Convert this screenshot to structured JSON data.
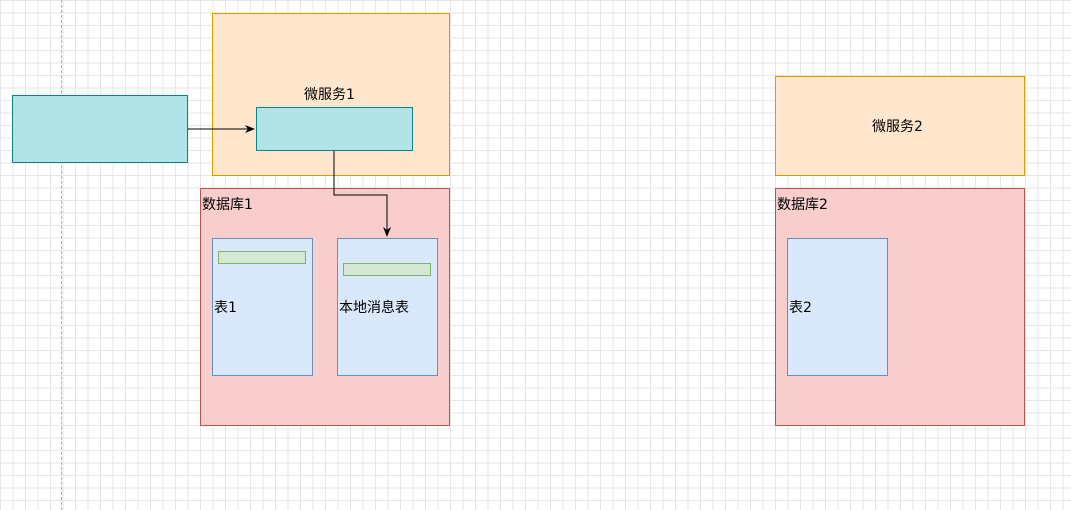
{
  "services": {
    "service1_label": "微服务1",
    "service2_label": "微服务2"
  },
  "databases": {
    "db1_label": "数据库1",
    "db2_label": "数据库2"
  },
  "tables": {
    "table1_label": "表1",
    "local_message_table_label": "本地消息表",
    "table2_label": "表2"
  },
  "colors": {
    "service_fill": "#ffe6cc",
    "service_stroke": "#d79b00",
    "database_fill": "#f8cecc",
    "database_stroke": "#b85450",
    "teal_fill": "#b0e3e6",
    "teal_stroke": "#0e8088",
    "table_fill": "#dae8fc",
    "table_stroke": "#6c8ebf",
    "strip_fill": "#d5e8d4",
    "strip_stroke": "#82b366"
  }
}
